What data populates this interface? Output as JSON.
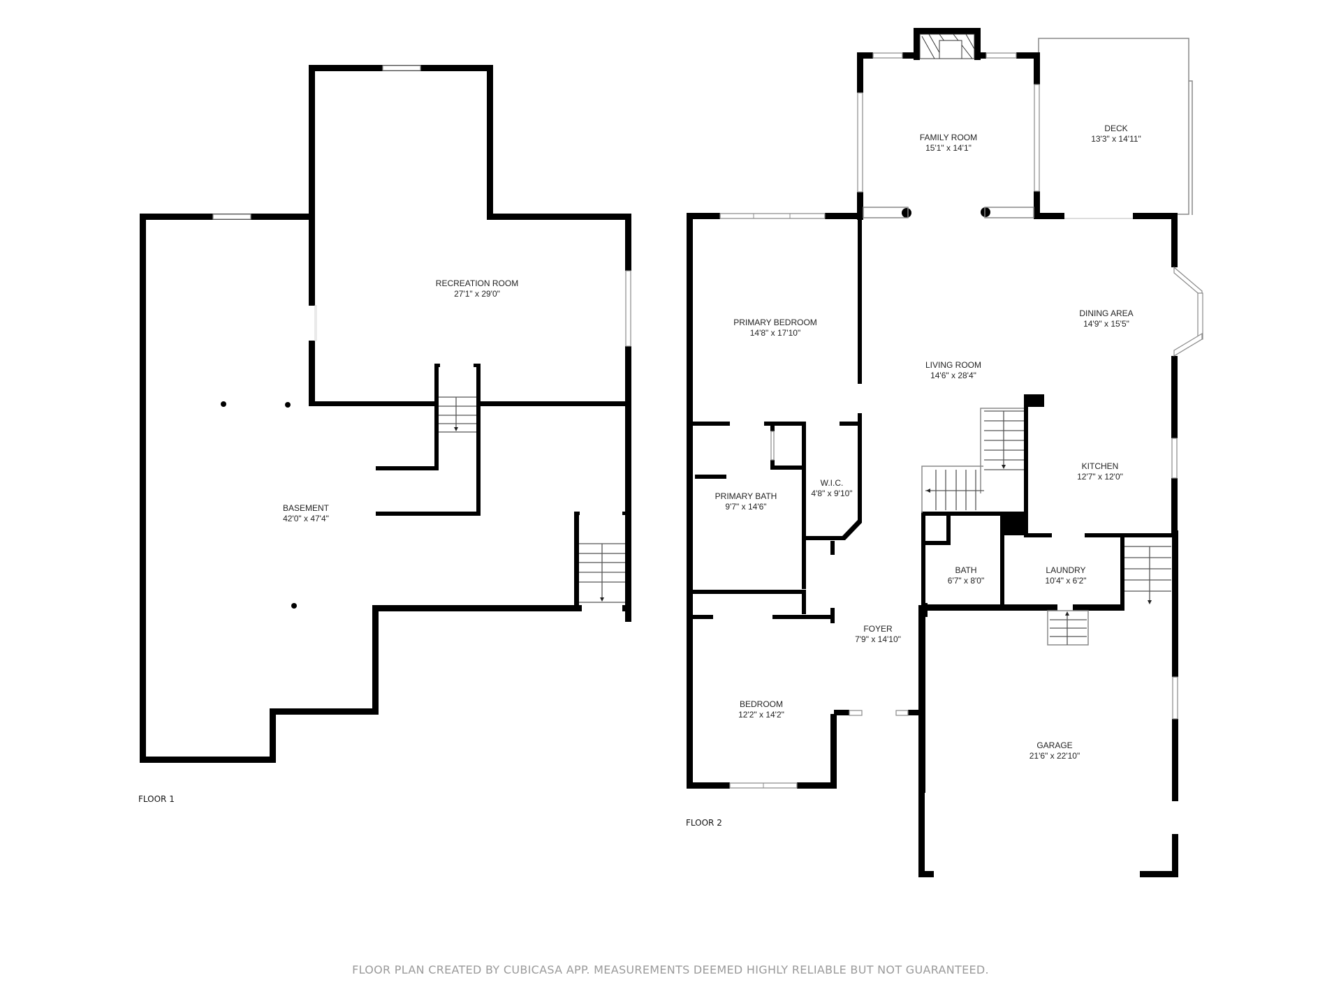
{
  "floors": [
    {
      "label": "FLOOR 1",
      "rooms": [
        {
          "name": "RECREATION ROOM",
          "dimensions": "27'1\" x 29'0\""
        },
        {
          "name": "BASEMENT",
          "dimensions": "42'0\" x 47'4\""
        }
      ]
    },
    {
      "label": "FLOOR 2",
      "rooms": [
        {
          "name": "FAMILY ROOM",
          "dimensions": "15'1\" x 14'1\""
        },
        {
          "name": "DECK",
          "dimensions": "13'3\" x 14'11\""
        },
        {
          "name": "PRIMARY BEDROOM",
          "dimensions": "14'8\" x 17'10\""
        },
        {
          "name": "DINING AREA",
          "dimensions": "14'9\" x 15'5\""
        },
        {
          "name": "LIVING ROOM",
          "dimensions": "14'6\" x 28'4\""
        },
        {
          "name": "W.I.C.",
          "dimensions": "4'8\" x 9'10\""
        },
        {
          "name": "PRIMARY BATH",
          "dimensions": "9'7\" x 14'6\""
        },
        {
          "name": "KITCHEN",
          "dimensions": "12'7\" x 12'0\""
        },
        {
          "name": "BATH",
          "dimensions": "6'7\" x 8'0\""
        },
        {
          "name": "LAUNDRY",
          "dimensions": "10'4\" x 6'2\""
        },
        {
          "name": "FOYER",
          "dimensions": "7'9\" x 14'10\""
        },
        {
          "name": "BEDROOM",
          "dimensions": "12'2\" x 14'2\""
        },
        {
          "name": "GARAGE",
          "dimensions": "21'6\" x 22'10\""
        }
      ]
    }
  ],
  "footer": "FLOOR PLAN CREATED BY CUBICASA APP. MEASUREMENTS DEEMED HIGHLY RELIABLE BUT NOT GUARANTEED.",
  "colors": {
    "wall": "#000000",
    "background": "#ffffff",
    "footer_text": "#9a9a9a"
  }
}
